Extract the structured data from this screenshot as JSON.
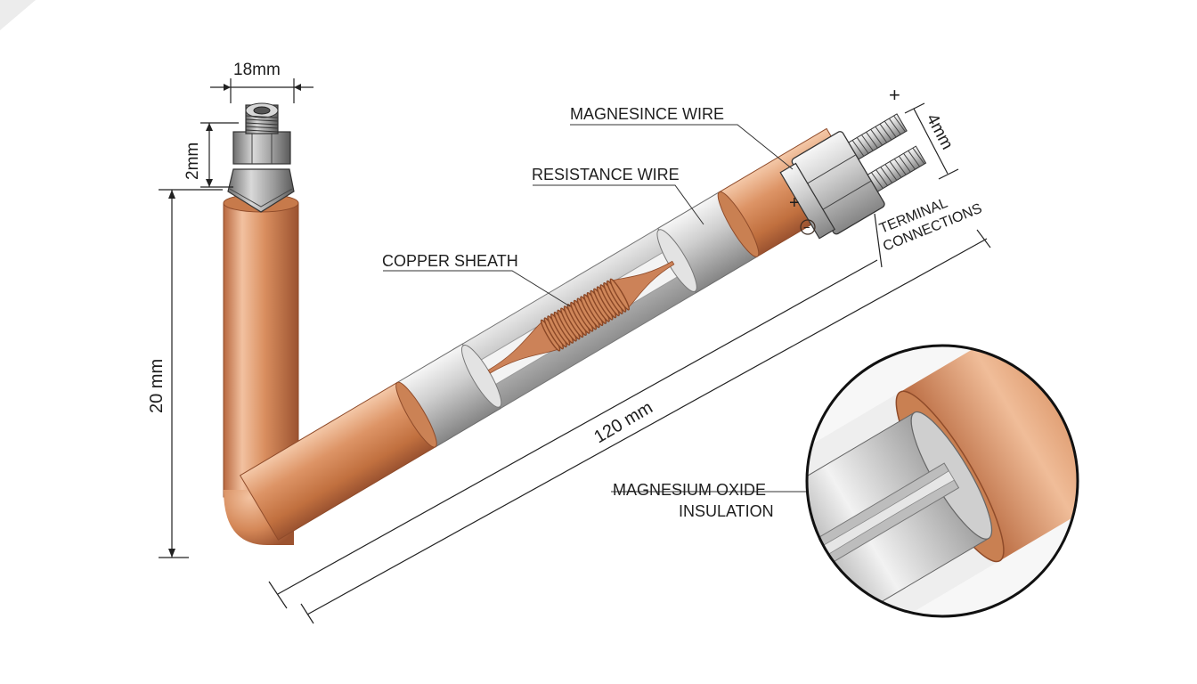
{
  "labels": {
    "magnesince_wire": "MAGNESINCE WIRE",
    "resistance_wire": "RESISTANCE WIRE",
    "copper_sheath": "COPPER SHEATH",
    "terminal_line1": "TERMINAL",
    "terminal_line2": "CONNECTIONS",
    "mgo_line1": "MAGNESIUM OXIDE",
    "mgo_line2": "INSULATION"
  },
  "dimensions": {
    "top_width": "18mm",
    "nut_height": "2mm",
    "vertical_length": "20 mm",
    "diagonal_length": "120 mm",
    "terminal_width": "4mm"
  },
  "polarity": {
    "plus_top": "+",
    "plus_body": "+",
    "minus_body": "−"
  },
  "colors": {
    "copper_light": "#f3c3a1",
    "copper_mid": "#d98e5f",
    "copper_dark": "#a65a33",
    "steel_light": "#f1f1f1",
    "steel_mid": "#bcbcbc",
    "steel_dark": "#7a7a7a",
    "coil": "#c7794a"
  }
}
